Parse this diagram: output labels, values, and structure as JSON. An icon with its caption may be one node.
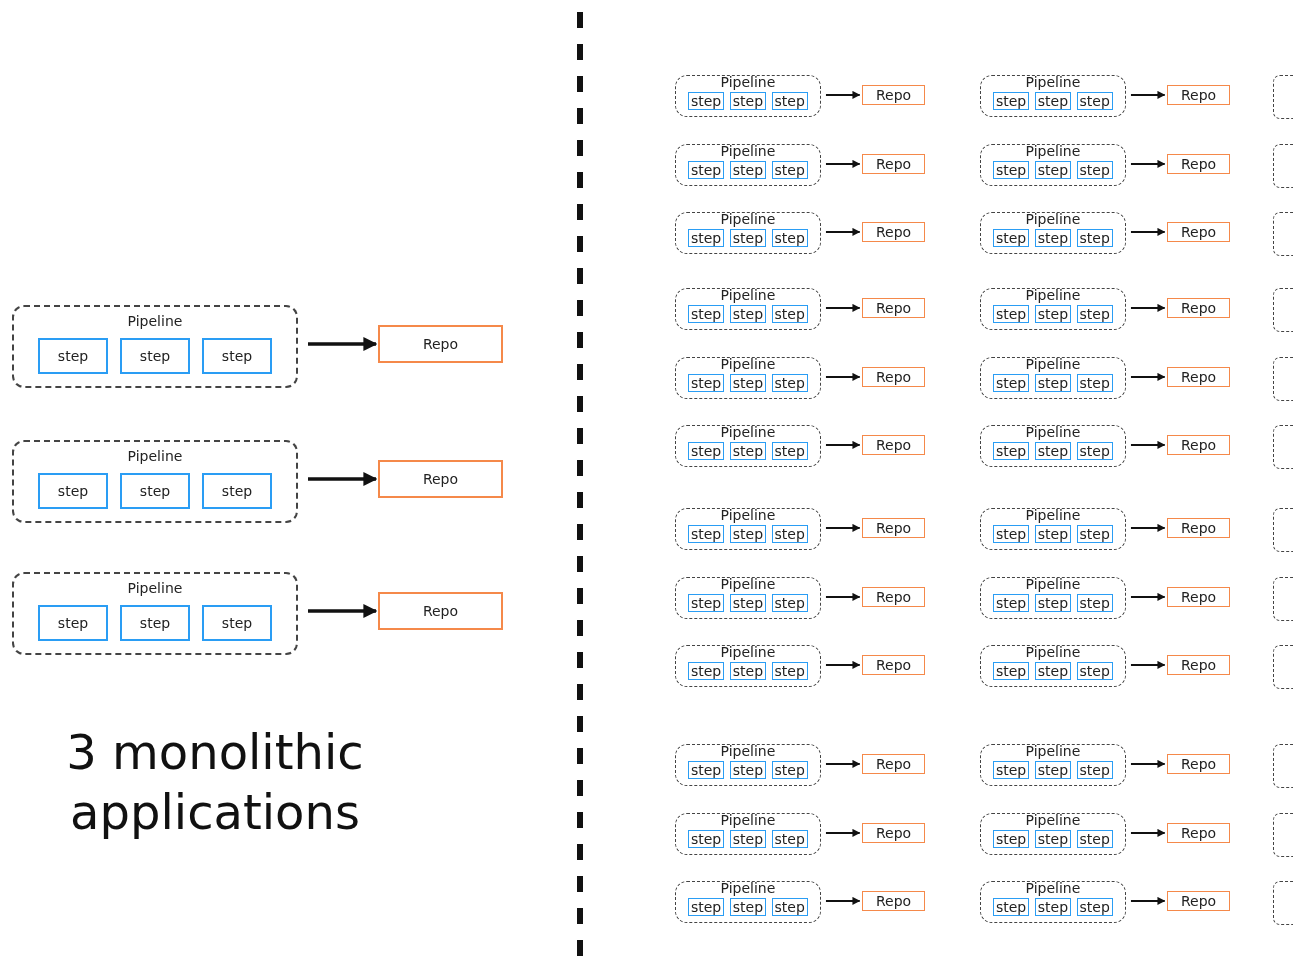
{
  "diagram": {
    "nodes": [
      {
        "text": [
          "Pipeline"
        ]
      },
      {
        "text": [
          "step"
        ],
        "in": 0
      },
      {
        "text": [
          "step"
        ],
        "in": 0
      },
      {
        "text": [
          "step"
        ],
        "in": 0
      },
      {
        "text": [
          "Repo"
        ]
      },
      {
        "text": [
          "Pipeline"
        ]
      },
      {
        "text": [
          "step"
        ],
        "in": 5
      },
      {
        "text": [
          "step"
        ],
        "in": 5
      },
      {
        "text": [
          "step"
        ],
        "in": 5
      },
      {
        "text": [
          "Repo"
        ]
      },
      {
        "text": [
          "Pipeline"
        ]
      },
      {
        "text": [
          "step"
        ],
        "in": 10
      },
      {
        "text": [
          "step"
        ],
        "in": 10
      },
      {
        "text": [
          "step"
        ],
        "in": 10
      },
      {
        "text": [
          "Repo"
        ]
      },
      {
        "text": [
          "Pipeline"
        ]
      },
      {
        "text": [
          "step"
        ],
        "in": 15
      },
      {
        "text": [
          "step"
        ],
        "in": 15
      },
      {
        "text": [
          "step"
        ],
        "in": 15
      },
      {
        "text": [
          "Repo"
        ]
      },
      {
        "text": [
          "Pipeline"
        ]
      },
      {
        "text": [
          "step"
        ],
        "in": 20
      },
      {
        "text": [
          "step"
        ],
        "in": 20
      },
      {
        "text": [
          "step"
        ],
        "in": 20
      },
      {
        "text": [
          "Repo"
        ]
      },
      {
        "text": [],
        "shape": "box"
      },
      {
        "text": [
          "Pipeline"
        ]
      },
      {
        "text": [
          "step"
        ],
        "in": 26
      },
      {
        "text": [
          "step"
        ],
        "in": 26
      },
      {
        "text": [
          "step"
        ],
        "in": 26
      },
      {
        "text": [
          "Repo"
        ]
      },
      {
        "text": [
          "Pipeline"
        ]
      },
      {
        "text": [
          "step"
        ],
        "in": 31
      },
      {
        "text": [
          "step"
        ],
        "in": 31
      },
      {
        "text": [
          "step"
        ],
        "in": 31
      },
      {
        "text": [
          "Repo"
        ]
      },
      {
        "text": [],
        "shape": "box"
      },
      {
        "text": [
          "Pipeline"
        ]
      },
      {
        "text": [
          "step"
        ],
        "in": 37
      },
      {
        "text": [
          "step"
        ],
        "in": 37
      },
      {
        "text": [
          "step"
        ],
        "in": 37
      },
      {
        "text": [
          "Repo"
        ]
      },
      {
        "text": [
          "Pipeline"
        ]
      },
      {
        "text": [
          "step"
        ],
        "in": 42
      },
      {
        "text": [
          "step"
        ],
        "in": 42
      },
      {
        "text": [
          "step"
        ],
        "in": 42
      },
      {
        "text": [
          "Repo"
        ]
      },
      {
        "text": [],
        "shape": "box"
      },
      {
        "text": [
          "Pipeline"
        ]
      },
      {
        "text": [
          "step"
        ],
        "in": 48
      },
      {
        "text": [
          "step"
        ],
        "in": 48
      },
      {
        "text": [
          "step"
        ],
        "in": 48
      },
      {
        "text": [
          "Repo"
        ]
      },
      {
        "text": [
          "Pipeline"
        ]
      },
      {
        "text": [
          "step"
        ],
        "in": 53
      },
      {
        "text": [
          "step"
        ],
        "in": 53
      },
      {
        "text": [
          "step"
        ],
        "in": 53
      },
      {
        "text": [
          "Repo"
        ]
      },
      {
        "text": [],
        "shape": "box"
      },
      {
        "text": [
          "Pipeline"
        ]
      },
      {
        "text": [
          "step"
        ],
        "in": 59
      },
      {
        "text": [
          "step"
        ],
        "in": 59
      },
      {
        "text": [
          "step"
        ],
        "in": 59
      },
      {
        "text": [
          "Repo"
        ]
      },
      {
        "text": [
          "Pipeline"
        ]
      },
      {
        "text": [
          "step"
        ],
        "in": 64
      },
      {
        "text": [
          "step"
        ],
        "in": 64
      },
      {
        "text": [
          "step"
        ],
        "in": 64
      },
      {
        "text": [
          "Repo"
        ]
      },
      {
        "text": [],
        "shape": "box"
      },
      {
        "text": [
          "Pipeline"
        ]
      },
      {
        "text": [
          "step"
        ],
        "in": 70
      },
      {
        "text": [
          "step"
        ],
        "in": 70
      },
      {
        "text": [
          "step"
        ],
        "in": 70
      },
      {
        "text": [
          "Repo"
        ]
      },
      {
        "text": [
          "Pipeline"
        ]
      },
      {
        "text": [
          "step"
        ],
        "in": 75
      },
      {
        "text": [
          "step"
        ],
        "in": 75
      },
      {
        "text": [
          "step"
        ],
        "in": 75
      },
      {
        "text": [
          "Repo"
        ]
      },
      {
        "text": [],
        "shape": "box"
      },
      {
        "text": [
          "Pipeline"
        ]
      },
      {
        "text": [
          "step"
        ],
        "in": 81
      },
      {
        "text": [
          "step"
        ],
        "in": 81
      },
      {
        "text": [
          "step"
        ],
        "in": 81
      },
      {
        "text": [
          "Repo"
        ]
      },
      {
        "text": [
          "Pipeline"
        ]
      },
      {
        "text": [
          "step"
        ],
        "in": 86
      },
      {
        "text": [
          "step"
        ],
        "in": 86
      },
      {
        "text": [
          "step"
        ],
        "in": 86
      },
      {
        "text": [
          "Repo"
        ]
      },
      {
        "text": [],
        "shape": "box"
      },
      {
        "text": [
          "Pipeline"
        ]
      },
      {
        "text": [
          "step"
        ],
        "in": 92
      },
      {
        "text": [
          "step"
        ],
        "in": 92
      },
      {
        "text": [
          "step"
        ],
        "in": 92
      },
      {
        "text": [
          "Repo"
        ]
      },
      {
        "text": [
          "Pipeline"
        ]
      },
      {
        "text": [
          "step"
        ],
        "in": 97
      },
      {
        "text": [
          "step"
        ],
        "in": 97
      },
      {
        "text": [
          "step"
        ],
        "in": 97
      },
      {
        "text": [
          "Repo"
        ]
      },
      {
        "text": [],
        "shape": "box"
      },
      {
        "text": [
          "Pipeline"
        ]
      },
      {
        "text": [
          "step"
        ],
        "in": 103
      },
      {
        "text": [
          "step"
        ],
        "in": 103
      },
      {
        "text": [
          "step"
        ],
        "in": 103
      },
      {
        "text": [
          "Repo"
        ]
      },
      {
        "text": [
          "Pipeline"
        ]
      },
      {
        "text": [
          "step"
        ],
        "in": 108
      },
      {
        "text": [
          "step"
        ],
        "in": 108
      },
      {
        "text": [
          "step"
        ],
        "in": 108
      },
      {
        "text": [
          "Repo"
        ]
      },
      {
        "text": [],
        "shape": "box"
      },
      {
        "text": [
          "Pipeline"
        ]
      },
      {
        "text": [
          "step"
        ],
        "in": 114
      },
      {
        "text": [
          "step"
        ],
        "in": 114
      },
      {
        "text": [
          "step"
        ],
        "in": 114
      },
      {
        "text": [
          "Repo"
        ]
      },
      {
        "text": [
          "Pipeline"
        ]
      },
      {
        "text": [
          "step"
        ],
        "in": 119
      },
      {
        "text": [
          "step"
        ],
        "in": 119
      },
      {
        "text": [
          "step"
        ],
        "in": 119
      },
      {
        "text": [
          "Repo"
        ]
      },
      {
        "text": [],
        "shape": "box"
      },
      {
        "text": [
          "Pipeline"
        ]
      },
      {
        "text": [
          "step"
        ],
        "in": 125
      },
      {
        "text": [
          "step"
        ],
        "in": 125
      },
      {
        "text": [
          "step"
        ],
        "in": 125
      },
      {
        "text": [
          "Repo"
        ]
      },
      {
        "text": [
          "Pipeline"
        ]
      },
      {
        "text": [
          "step"
        ],
        "in": 130
      },
      {
        "text": [
          "step"
        ],
        "in": 130
      },
      {
        "text": [
          "step"
        ],
        "in": 130
      },
      {
        "text": [
          "Repo"
        ]
      },
      {
        "text": [],
        "shape": "box"
      },
      {
        "text": [
          "Pipeline"
        ]
      },
      {
        "text": [
          "step"
        ],
        "in": 136
      },
      {
        "text": [
          "step"
        ],
        "in": 136
      },
      {
        "text": [
          "step"
        ],
        "in": 136
      },
      {
        "text": [
          "Repo"
        ]
      },
      {
        "text": [
          "Pipeline"
        ]
      },
      {
        "text": [
          "step"
        ],
        "in": 141
      },
      {
        "text": [
          "step"
        ],
        "in": 141
      },
      {
        "text": [
          "step"
        ],
        "in": 141
      },
      {
        "text": [
          "Repo"
        ]
      },
      {
        "text": [],
        "shape": "box"
      }
    ],
    "edges": [
      {
        "from": 0,
        "to": 4,
        "arrow": "to"
      },
      {
        "from": 5,
        "to": 9,
        "arrow": "to"
      },
      {
        "from": 10,
        "to": 14,
        "arrow": "to"
      },
      {
        "from": 15,
        "to": 19,
        "arrow": "to"
      },
      {
        "from": 20,
        "to": 24,
        "arrow": "to"
      },
      {
        "from": 26,
        "to": 30,
        "arrow": "to"
      },
      {
        "from": 31,
        "to": 35,
        "arrow": "to"
      },
      {
        "from": 37,
        "to": 41,
        "arrow": "to"
      },
      {
        "from": 42,
        "to": 46,
        "arrow": "to"
      },
      {
        "from": 48,
        "to": 52,
        "arrow": "to"
      },
      {
        "from": 53,
        "to": 57,
        "arrow": "to"
      },
      {
        "from": 59,
        "to": 63,
        "arrow": "to"
      },
      {
        "from": 64,
        "to": 68,
        "arrow": "to"
      },
      {
        "from": 70,
        "to": 74,
        "arrow": "to"
      },
      {
        "from": 75,
        "to": 79,
        "arrow": "to"
      },
      {
        "from": 81,
        "to": 85,
        "arrow": "to"
      },
      {
        "from": 86,
        "to": 90,
        "arrow": "to"
      },
      {
        "from": 92,
        "to": 96,
        "arrow": "to"
      },
      {
        "from": 97,
        "to": 101,
        "arrow": "to"
      },
      {
        "from": 103,
        "to": 107,
        "arrow": "to"
      },
      {
        "from": 108,
        "to": 112,
        "arrow": "to"
      },
      {
        "from": 114,
        "to": 118,
        "arrow": "to"
      },
      {
        "from": 119,
        "to": 123,
        "arrow": "to"
      },
      {
        "from": 125,
        "to": 129,
        "arrow": "to"
      },
      {
        "from": 130,
        "to": 134,
        "arrow": "to"
      },
      {
        "from": 136,
        "to": 140,
        "arrow": "to"
      },
      {
        "from": 141,
        "to": 145,
        "arrow": "to"
      }
    ],
    "labels": [
      "3 monolithic applications"
    ]
  }
}
